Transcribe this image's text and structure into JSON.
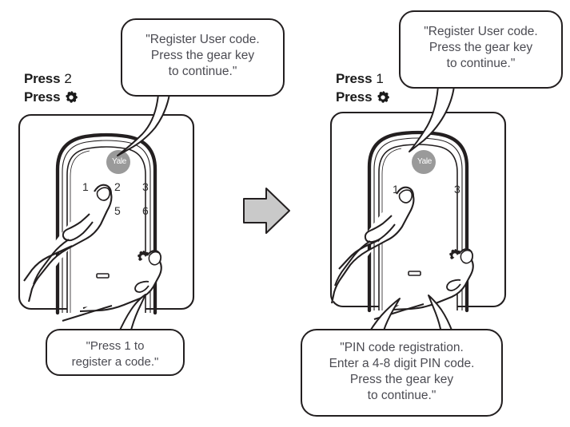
{
  "page": {
    "title": "Yale smart lock user code registration steps",
    "background": "#ffffff",
    "text_color": "#4b4b52",
    "label_color": "#1a1a1a",
    "badge_color": "#9a9a9a",
    "arrow_fill": "#c9c9c9",
    "outline_color": "#231f20"
  },
  "steps": [
    {
      "id": "step-1",
      "press_lines": [
        {
          "word": "Press",
          "value": "2"
        },
        {
          "word": "Press",
          "value": "gear-icon"
        }
      ],
      "device": {
        "brand": "Yale",
        "keys_visible": [
          "1",
          "2",
          "3",
          "5",
          "6"
        ],
        "gear_key": "gear-icon",
        "indicator_dashes": 2
      },
      "bubbles": [
        {
          "id": "bubble-top-left",
          "text": "\"Register User code.\nPress the gear key\nto continue.\""
        },
        {
          "id": "bubble-bottom-left",
          "text": "\"Press 1 to\nregister a code.\""
        }
      ]
    },
    {
      "id": "step-2",
      "press_lines": [
        {
          "word": "Press",
          "value": "1"
        },
        {
          "word": "Press",
          "value": "gear-icon"
        }
      ],
      "device": {
        "brand": "Yale",
        "keys_visible": [
          "1",
          "3"
        ],
        "gear_key": "gear-icon",
        "indicator_dashes": 2
      },
      "bubbles": [
        {
          "id": "bubble-top-right",
          "text": "\"Register User code.\nPress the gear key\nto continue.\""
        },
        {
          "id": "bubble-bottom-right",
          "text": "\"PIN code registration.\nEnter a 4-8 digit PIN code.\nPress the gear key\nto continue.\""
        }
      ]
    }
  ],
  "flow_arrow": {
    "id": "step-transition-arrow",
    "direction": "right"
  }
}
